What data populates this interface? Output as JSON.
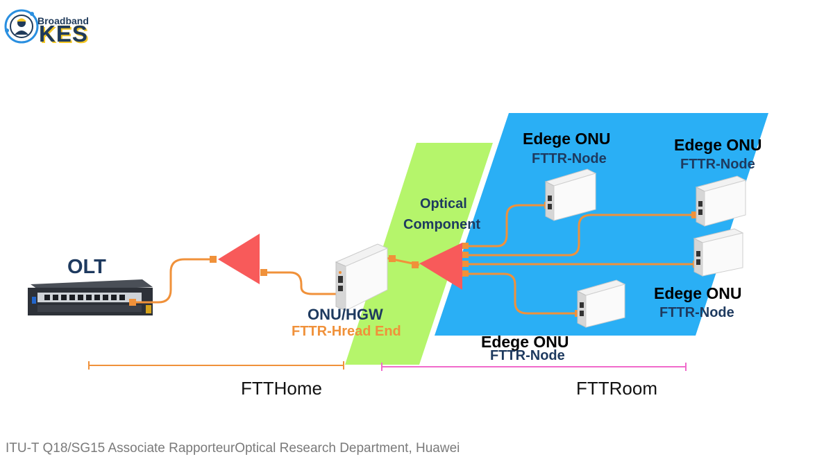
{
  "logo": {
    "top_word": "Broadband",
    "main_word": "KES",
    "accent_color": "#f3c623",
    "brand_color": "#1f3a5a",
    "icon": "engineer-globe-icon"
  },
  "labels": {
    "olt": "OLT",
    "onu_hgw": "ONU/HGW",
    "head_end": "FTTR-Hread End",
    "optical_component_line1": "Optical",
    "optical_component_line2": "Component",
    "edge_onu": "Edege ONU",
    "fttr_node": "FTTR-Node",
    "ftthome": "FTTHome",
    "fttroom": "FTTRoom"
  },
  "edge_nodes": [
    {
      "title": "Edege ONU",
      "subtitle": "FTTR-Node"
    },
    {
      "title": "Edege ONU",
      "subtitle": "FTTR-Node"
    },
    {
      "title": "Edege ONU",
      "subtitle": "FTTR-Node"
    },
    {
      "title": "Edege ONU",
      "subtitle": "FTTR-Node"
    }
  ],
  "footer": "ITU-T Q18/SG15 Associate RapporteurOptical Research Department, Huawei",
  "colors": {
    "fiber": "#f0913a",
    "splitter": "#f85a5a",
    "green_zone": "#b5f56b",
    "blue_zone": "#2aaff5",
    "ftthome_bracket": "#f0913a",
    "fttroom_bracket": "#f06acb",
    "label_dark": "#1e3a5f",
    "label_orange": "#f0913a"
  }
}
